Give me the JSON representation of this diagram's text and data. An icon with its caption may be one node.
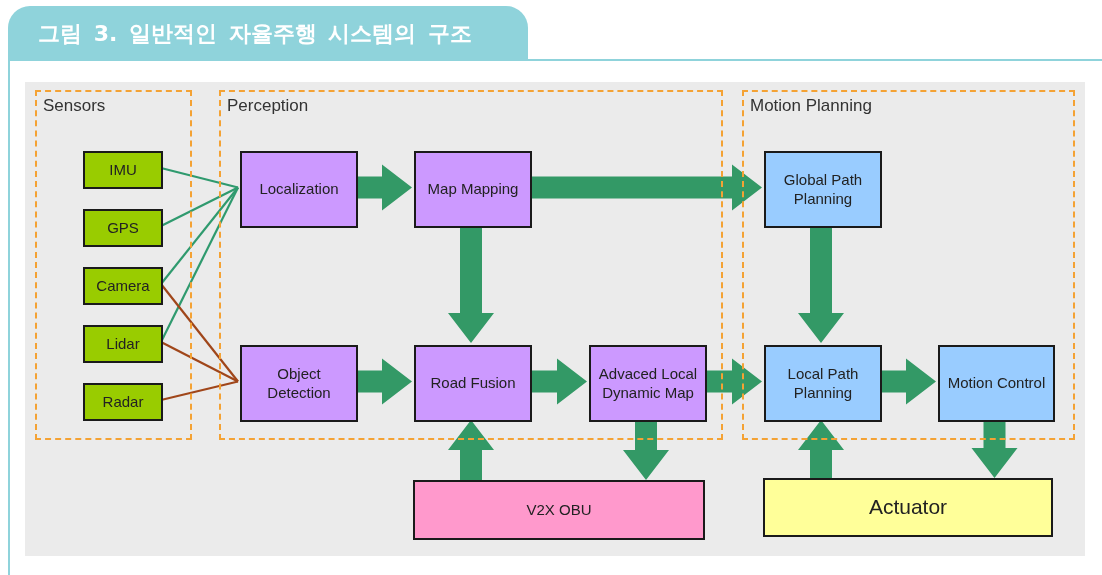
{
  "diagram": {
    "title": "그림 3. 일반적인 자율주행 시스템의 구조",
    "nodes": [
      {
        "text": [
          "Sensors"
        ]
      },
      {
        "text": [
          "IMU"
        ],
        "in": 0
      },
      {
        "text": [
          "GPS"
        ],
        "in": 0
      },
      {
        "text": [
          "Camera"
        ],
        "in": 0
      },
      {
        "text": [
          "Lidar"
        ],
        "in": 0
      },
      {
        "text": [
          "Radar"
        ],
        "in": 0
      },
      {
        "text": [
          "Perception"
        ]
      },
      {
        "text": [
          "Localization"
        ],
        "in": 6
      },
      {
        "text": [
          "Map Mapping"
        ],
        "in": 6
      },
      {
        "text": [
          "Object Detection"
        ],
        "in": 6
      },
      {
        "text": [
          "Road Fusion"
        ],
        "in": 6
      },
      {
        "text": [
          "Advaced Local Dynamic Map"
        ],
        "in": 6
      },
      {
        "text": [
          "Motion Planning"
        ]
      },
      {
        "text": [
          "Global Path Planning"
        ],
        "in": 12
      },
      {
        "text": [
          "Local Path Planning"
        ],
        "in": 12
      },
      {
        "text": [
          "Motion Control"
        ],
        "in": 12
      },
      {
        "text": [
          "V2X OBU"
        ]
      },
      {
        "text": [
          "Actuator"
        ]
      }
    ],
    "edges": [
      {
        "from": 1,
        "to": 7,
        "arrow": "none"
      },
      {
        "from": 2,
        "to": 7,
        "arrow": "none"
      },
      {
        "from": 3,
        "to": 7,
        "arrow": "none"
      },
      {
        "from": 4,
        "to": 7,
        "arrow": "none"
      },
      {
        "from": 3,
        "to": 9,
        "arrow": "none",
        "color": "#a0461a"
      },
      {
        "from": 4,
        "to": 9,
        "arrow": "none",
        "color": "#a0461a"
      },
      {
        "from": 5,
        "to": 9,
        "arrow": "none",
        "color": "#a0461a"
      },
      {
        "from": 7,
        "to": 8,
        "arrow": "to",
        "style": "thick"
      },
      {
        "from": 8,
        "to": 13,
        "arrow": "to",
        "style": "thick"
      },
      {
        "from": 8,
        "to": 10,
        "arrow": "to",
        "style": "thick"
      },
      {
        "from": 9,
        "to": 10,
        "arrow": "to",
        "style": "thick"
      },
      {
        "from": 10,
        "to": 11,
        "arrow": "to",
        "style": "thick"
      },
      {
        "from": 11,
        "to": 14,
        "arrow": "to",
        "style": "thick"
      },
      {
        "from": 13,
        "to": 14,
        "arrow": "to",
        "style": "thick"
      },
      {
        "from": 14,
        "to": 15,
        "arrow": "to",
        "style": "thick"
      },
      {
        "from": 16,
        "to": 10,
        "arrow": "to",
        "style": "thick"
      },
      {
        "from": 11,
        "to": 16,
        "arrow": "to",
        "style": "thick"
      },
      {
        "from": 17,
        "to": 14,
        "arrow": "to",
        "style": "thick"
      },
      {
        "from": 15,
        "to": 17,
        "arrow": "to",
        "style": "thick"
      }
    ]
  }
}
